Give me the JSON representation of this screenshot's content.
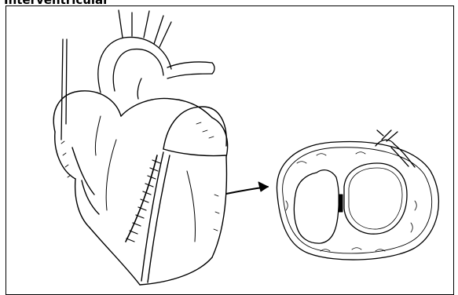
{
  "caption": {
    "text": "Interventricular"
  },
  "figure": {
    "line_color": "#000000",
    "background_color": "#ffffff",
    "parts": [
      "heart-drawing",
      "suture-line",
      "arrow-icon",
      "heart-cross-section"
    ]
  }
}
